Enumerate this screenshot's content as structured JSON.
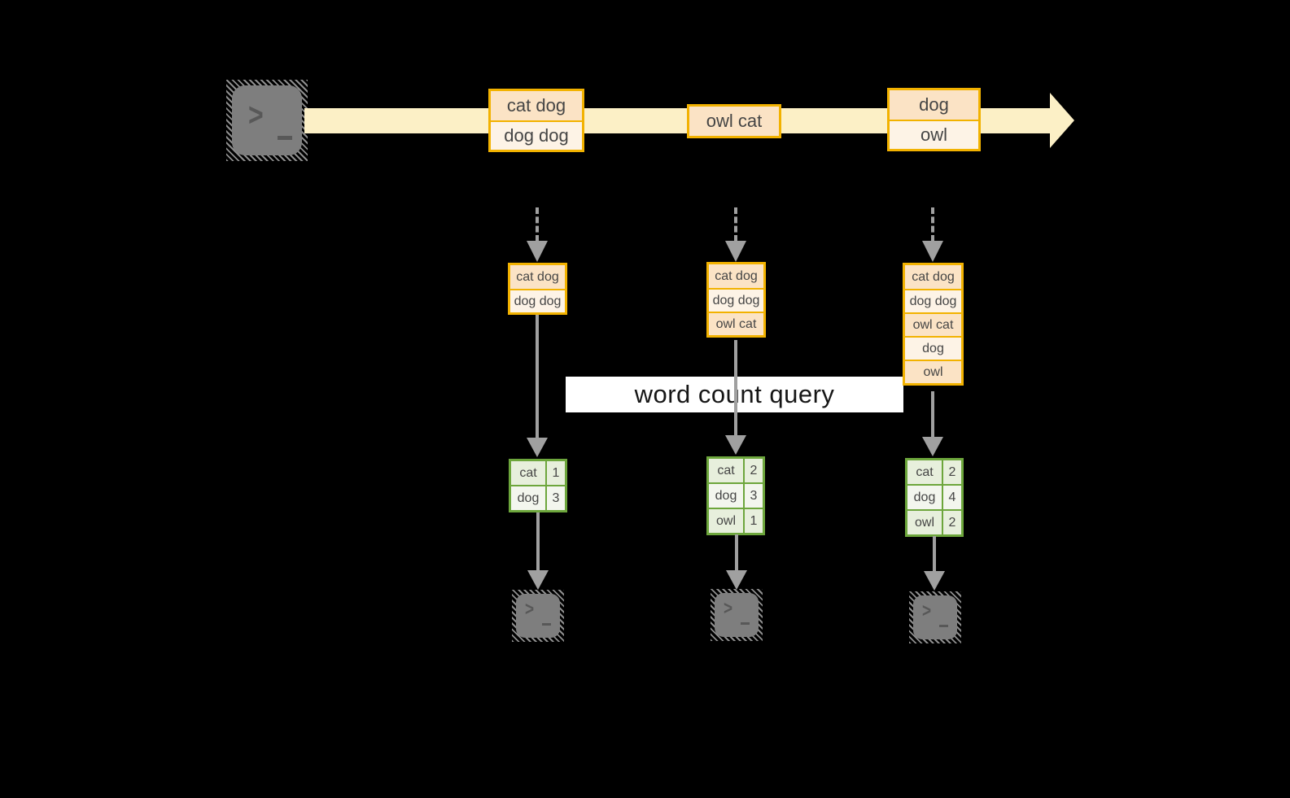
{
  "diagram": {
    "query_label": "word count query",
    "stream_events": [
      {
        "rows": [
          "cat dog",
          "dog dog"
        ]
      },
      {
        "rows": [
          "owl cat"
        ]
      },
      {
        "rows": [
          "dog",
          "owl"
        ]
      }
    ],
    "state_buffers": [
      {
        "rows": [
          "cat dog",
          "dog dog"
        ]
      },
      {
        "rows": [
          "cat dog",
          "dog dog",
          "owl cat"
        ]
      },
      {
        "rows": [
          "cat dog",
          "dog dog",
          "owl cat",
          "dog",
          "owl"
        ]
      }
    ],
    "count_tables": [
      {
        "rows": [
          [
            "cat",
            "1"
          ],
          [
            "dog",
            "3"
          ]
        ]
      },
      {
        "rows": [
          [
            "cat",
            "2"
          ],
          [
            "dog",
            "3"
          ],
          [
            "owl",
            "1"
          ]
        ]
      },
      {
        "rows": [
          [
            "cat",
            "2"
          ],
          [
            "dog",
            "4"
          ],
          [
            "owl",
            "2"
          ]
        ]
      }
    ],
    "icons": {
      "source": "terminal-icon",
      "outputs": [
        "terminal-icon",
        "terminal-icon",
        "terminal-icon"
      ],
      "prompt_chevron": ">"
    },
    "colors": {
      "background": "#000000",
      "stream_band": "#fcf0c6",
      "event_border": "#f2b200",
      "event_fill_dark": "#fbe3c5",
      "event_fill_light": "#fdf3e6",
      "count_border": "#6da63c",
      "count_fill_dark": "#e7efdc",
      "count_fill_light": "#f3f6ee",
      "arrow_gray": "#a0a0a0",
      "terminal_gray": "#7e7e7e",
      "label_bg": "#ffffff",
      "text_dark": "#454545"
    }
  }
}
